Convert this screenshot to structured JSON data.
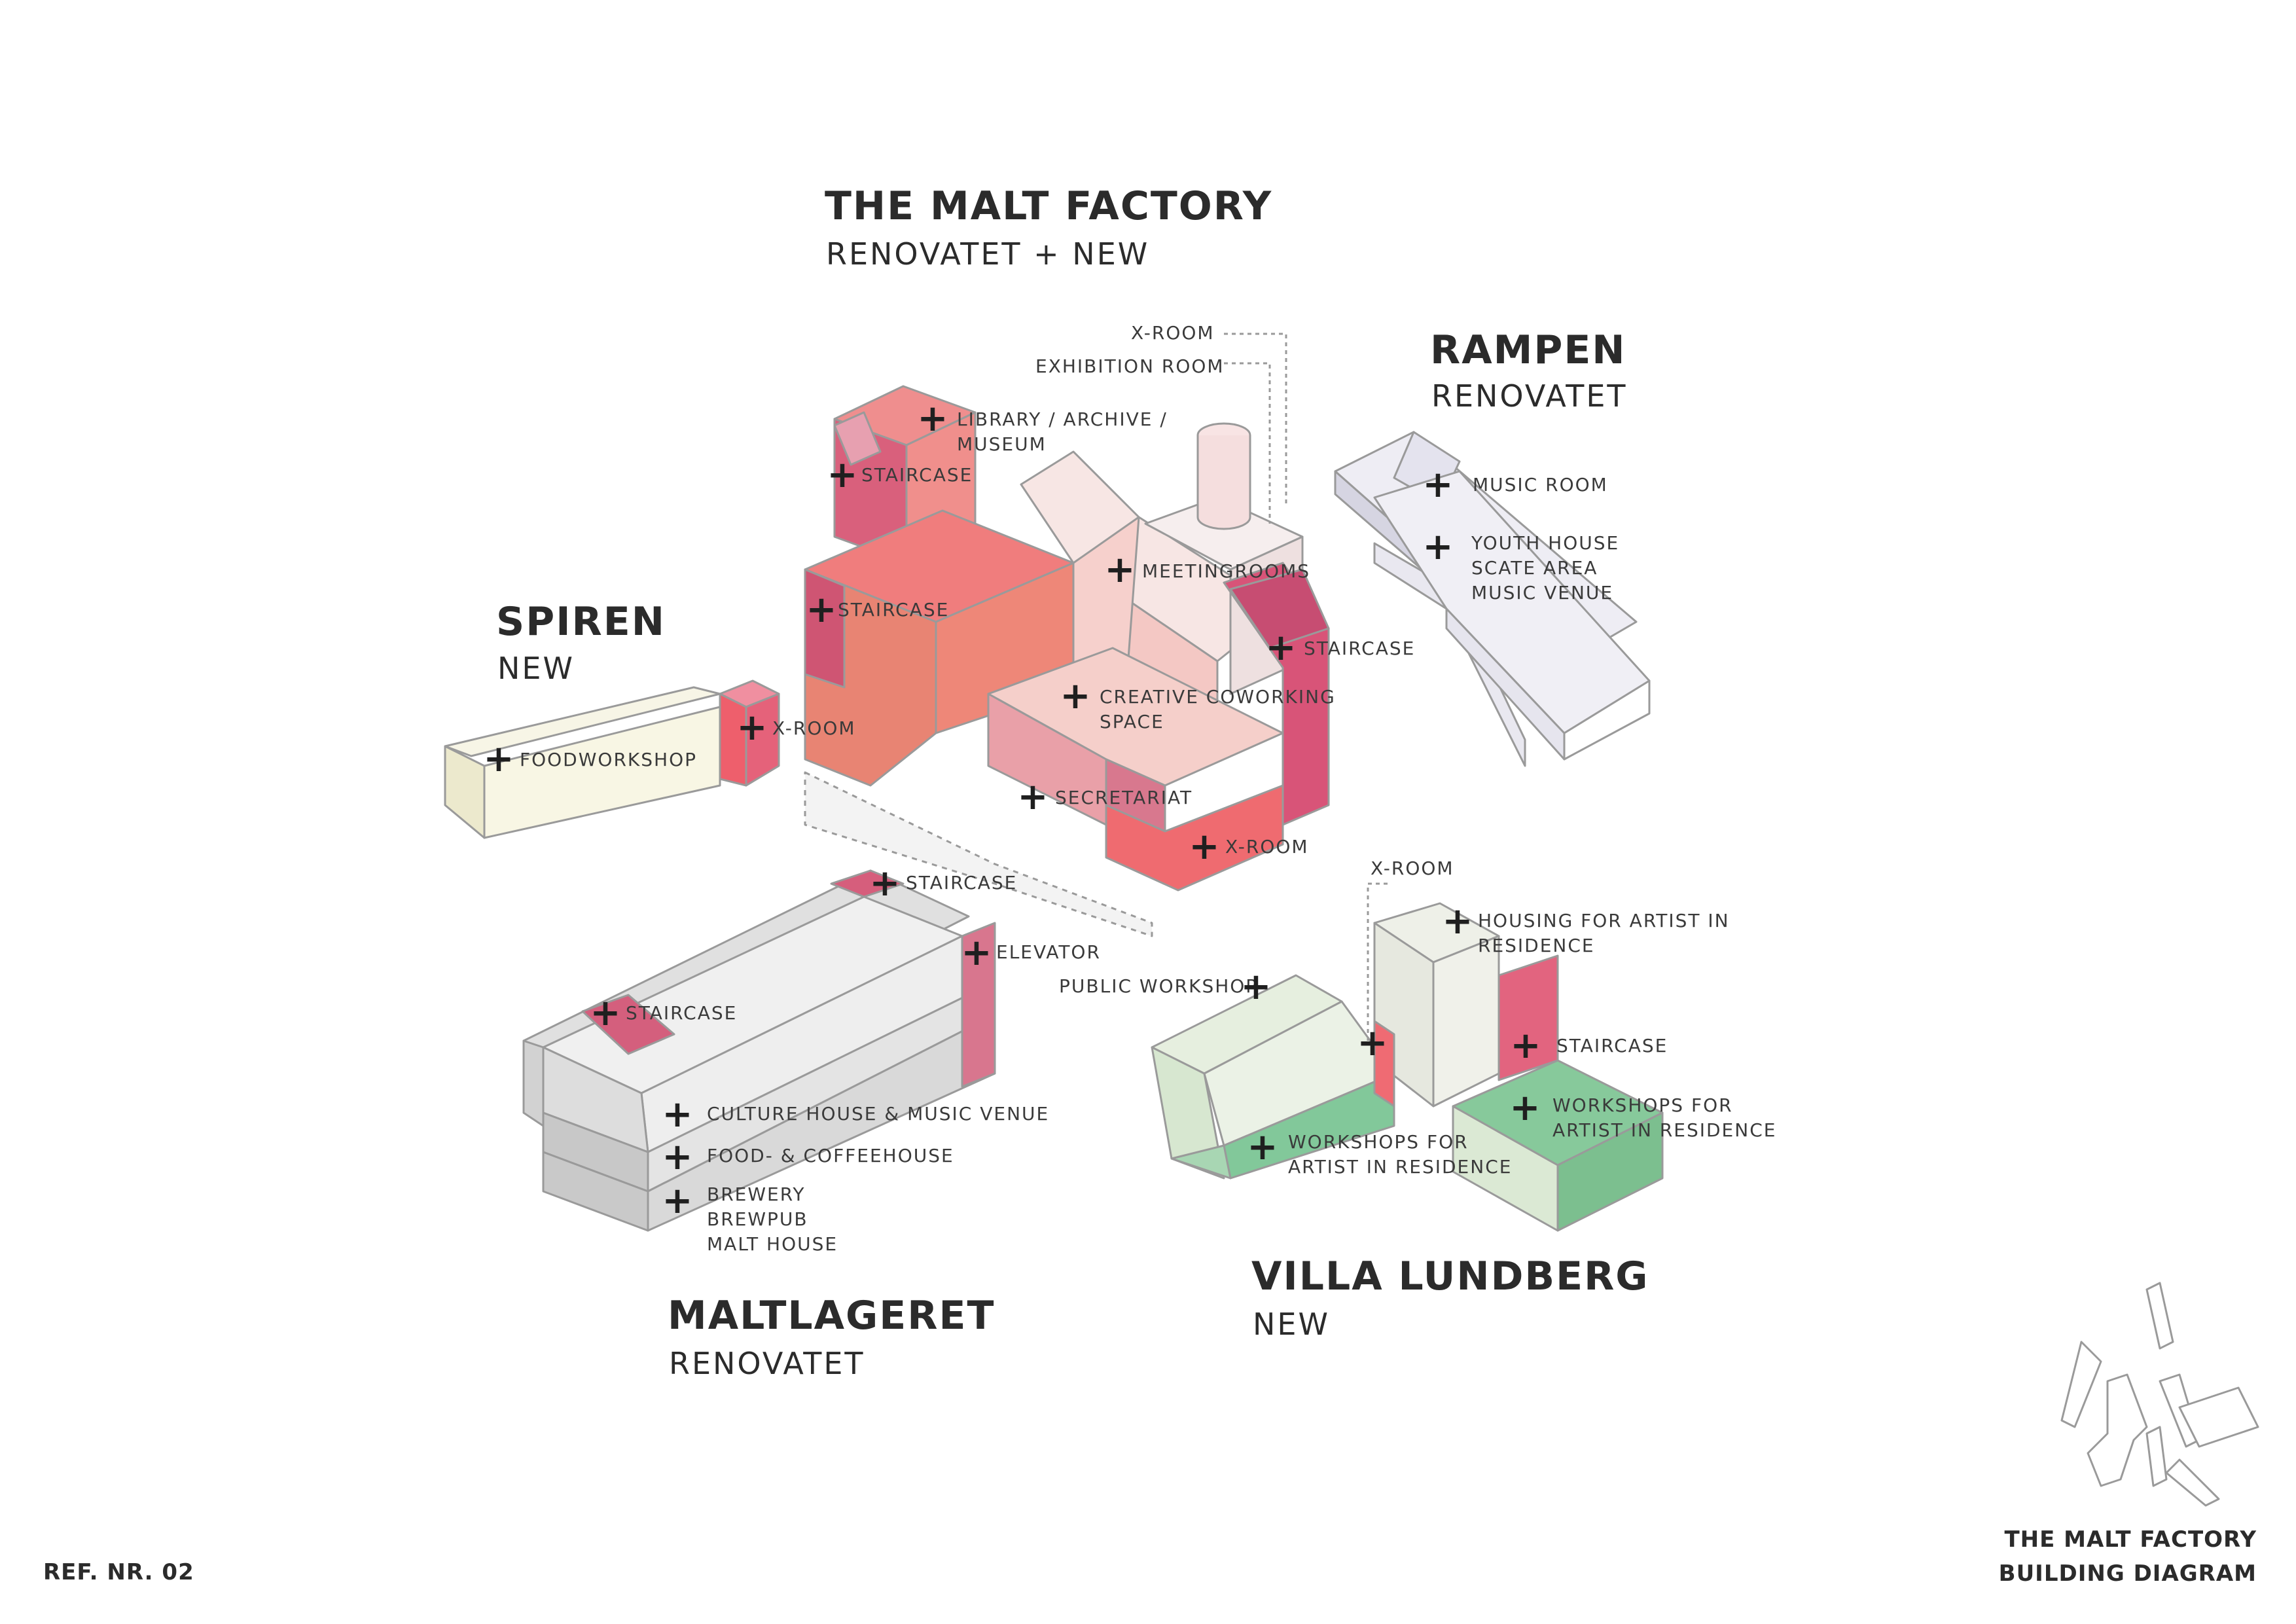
{
  "groups": {
    "malt_factory": {
      "title": "THE MALT FACTORY",
      "subtitle": "RENOVATET + NEW"
    },
    "rampen": {
      "title": "RAMPEN",
      "subtitle": "RENOVATET"
    },
    "spiren": {
      "title": "SPIREN",
      "subtitle": "NEW"
    },
    "maltlageret": {
      "title": "MALTLAGERET",
      "subtitle": "RENOVATET"
    },
    "villa_lundberg": {
      "title": "VILLA LUNDBERG",
      "subtitle": "NEW"
    }
  },
  "labels": {
    "xroom_top": "X-ROOM",
    "exhibition_room": "EXHIBITION ROOM",
    "library_1": "LIBRARY / ARCHIVE /",
    "library_2": "MUSEUM",
    "staircase_mf1": "STAIRCASE",
    "staircase_mf2": "STAIRCASE",
    "staircase_mf3": "STAIRCASE",
    "meetingrooms": "MEETINGROOMS",
    "creative_1": "CREATIVE COWORKING",
    "creative_2": "SPACE",
    "secretariat": "SECRETARIAT",
    "xroom_mf": "X-ROOM",
    "music_room": "MUSIC ROOM",
    "youth_1": "YOUTH HOUSE",
    "youth_2": "SCATE AREA",
    "youth_3": "MUSIC VENUE",
    "xroom_spiren": "X-ROOM",
    "foodworkshop": "FOODWORKSHOP",
    "staircase_ml1": "STAIRCASE",
    "staircase_ml2": "STAIRCASE",
    "elevator": "ELEVATOR",
    "culture_house": "CULTURE HOUSE & MUSIC VENUE",
    "food_coffee": "FOOD- & COFFEEHOUSE",
    "brewery_1": "BREWERY",
    "brewery_2": "BREWPUB",
    "brewery_3": "MALT HOUSE",
    "xroom_villa": "X-ROOM",
    "housing_1": "HOUSING FOR ARTIST IN",
    "housing_2": "RESIDENCE",
    "public_workshop": "PUBLIC WORKSHOP",
    "staircase_villa": "STAIRCASE",
    "workshops_a1": "WORKSHOPS FOR",
    "workshops_a2": "ARTIST IN RESIDENCE",
    "workshops_b1": "WORKSHOPS FOR",
    "workshops_b2": "ARTIST IN RESIDENCE"
  },
  "footer": {
    "ref": "REF. NR. 02",
    "title_1": "THE MALT FACTORY",
    "title_2": "BUILDING DIAGRAM"
  },
  "colors": {
    "factory_red": "#e8897a",
    "staircase_pink": "#cc5a7a",
    "rampen_lavender": "#e4e3ee",
    "spiren_cream": "#f5f4e0",
    "villa_green": "#7cc495",
    "maltlageret_grey": "#e2e2e2"
  }
}
